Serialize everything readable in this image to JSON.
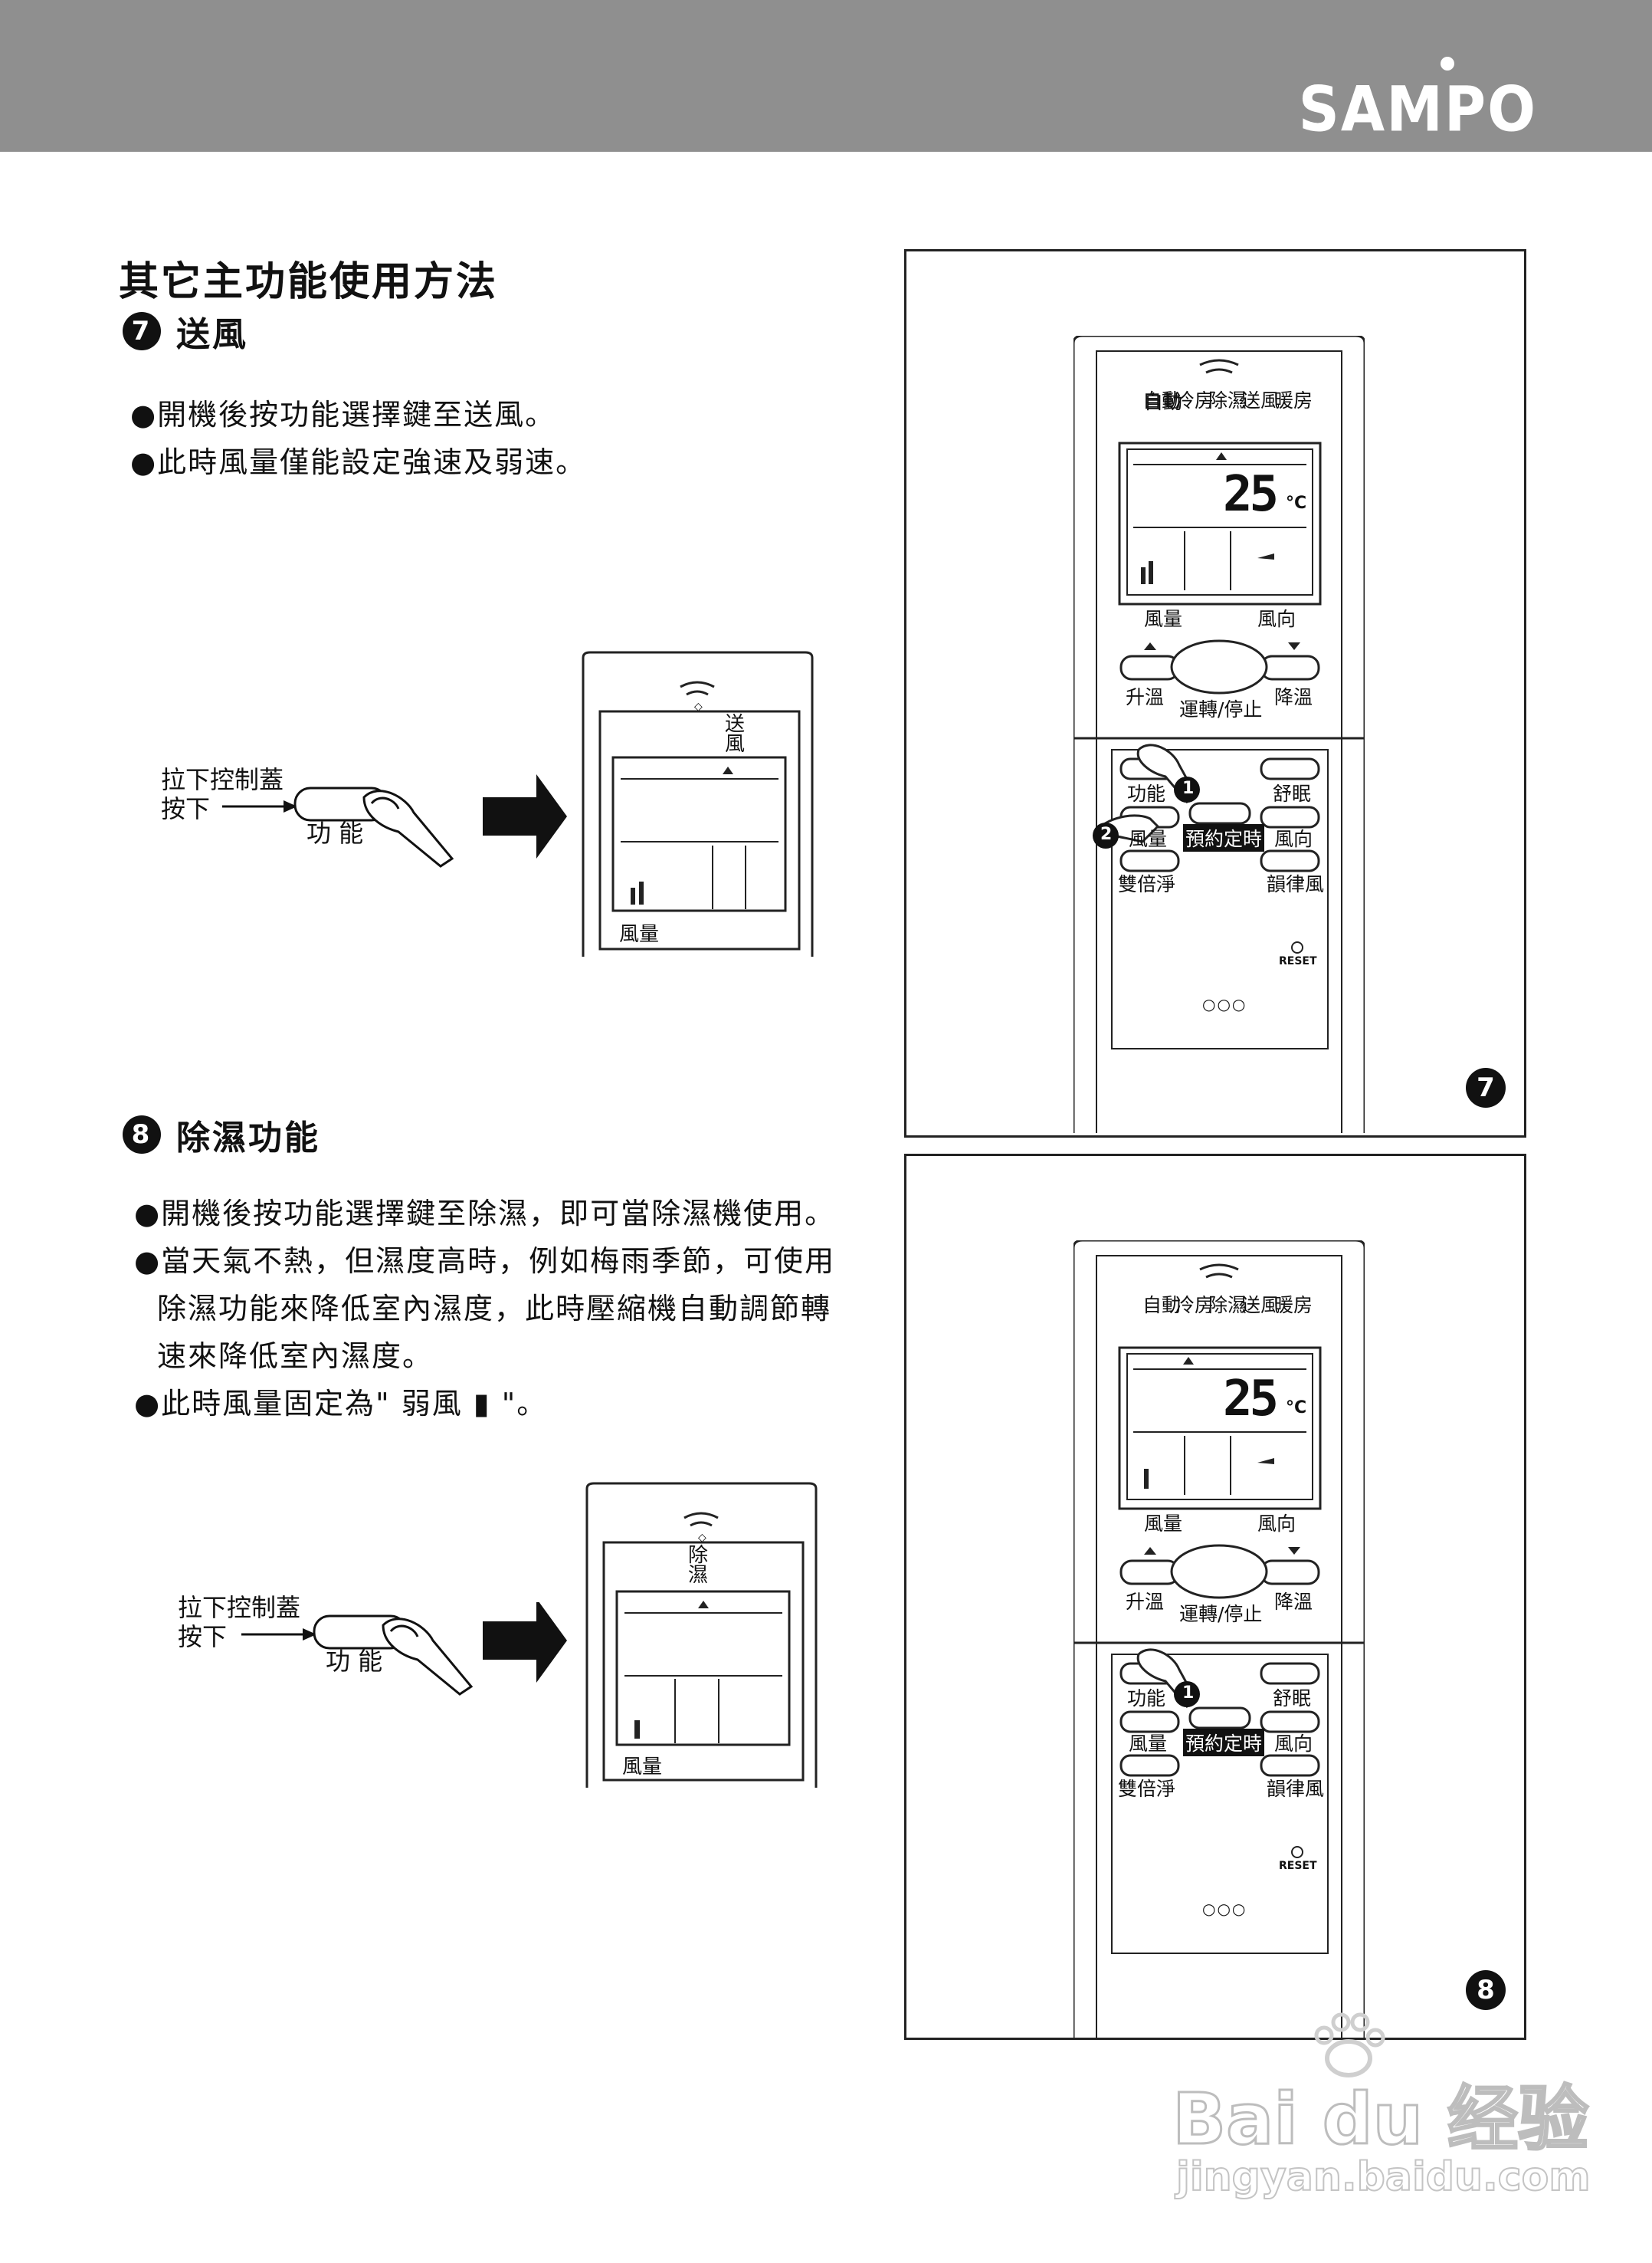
{
  "brand": "SAMPO",
  "title": "其它主功能使用方法",
  "section7": {
    "number": "7",
    "heading": "送風",
    "bullets": [
      "●開機後按功能選擇鍵至送風。",
      "●此時風量僅能設定強速及弱速。"
    ],
    "caption_line1": "拉下控制蓋",
    "caption_line2": "按下",
    "button_label": "功 能",
    "lcd_mode": "送風",
    "lcd_fan_label": "風量"
  },
  "section8": {
    "number": "8",
    "heading": "除濕功能",
    "bullets": [
      "●開機後按功能選擇鍵至除濕，即可當除濕機使用。",
      "●當天氣不熱，但濕度高時，例如梅雨季節，可使用",
      "除濕功能來降低室內濕度，此時壓縮機自動調節轉",
      "速來降低室內濕度。",
      "●此時風量固定為\" 弱風  ▮  \"。"
    ],
    "caption_line1": "拉下控制蓋",
    "caption_line2": "按下",
    "button_label": "功 能",
    "lcd_mode": "除濕",
    "lcd_fan_label": "風量"
  },
  "remote": {
    "modes": [
      "自動",
      "冷房",
      "除濕",
      "送風",
      "暖房"
    ],
    "temperature": "25",
    "unit": "°C",
    "fan_label": "風量",
    "direction_label": "風向",
    "humid_up": "升溫",
    "humid_down": "降溫",
    "power": "運轉/停止",
    "function": "功能",
    "sleep": "舒眠",
    "fan_speed": "風量",
    "timer": "預約定時",
    "swing": "風向",
    "double_clean": "雙倍淨",
    "rhythm_wind": "韻律風",
    "reset": "RESET",
    "step1": "1",
    "step2": "2",
    "dots": "○○○"
  },
  "panel7_badge": "7",
  "panel8_badge": "8",
  "watermark": {
    "brand": "Bai du 经验",
    "url": "jingyan.baidu.com"
  }
}
